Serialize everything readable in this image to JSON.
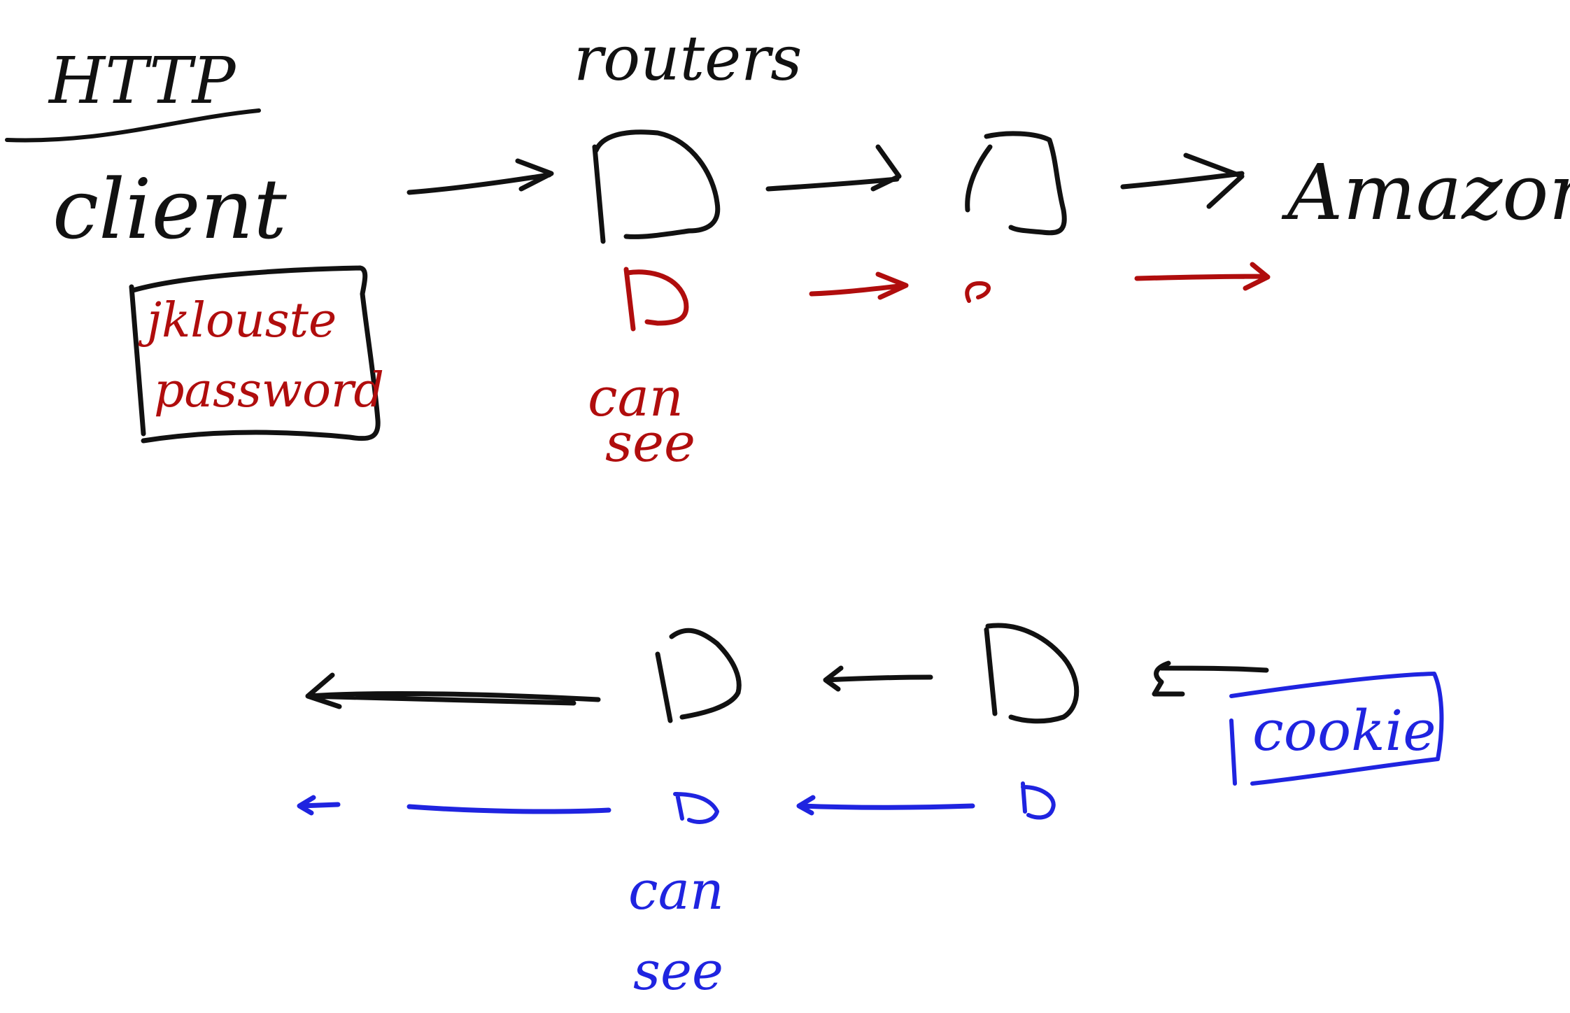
{
  "diagram": {
    "title": "HTTP",
    "routers_label": "routers",
    "client_label": "client",
    "server_label": "Amazon",
    "credentials": {
      "username": "jklouste",
      "password": "password"
    },
    "request_visibility": {
      "line1": "can",
      "line2": "see"
    },
    "response_payload": "cookie",
    "response_visibility": {
      "line1": "can",
      "line2": "see"
    }
  },
  "colors": {
    "ink": "#111111",
    "request_highlight": "#b00d0d",
    "response_highlight": "#1f24e0",
    "background": "#ffffff"
  }
}
